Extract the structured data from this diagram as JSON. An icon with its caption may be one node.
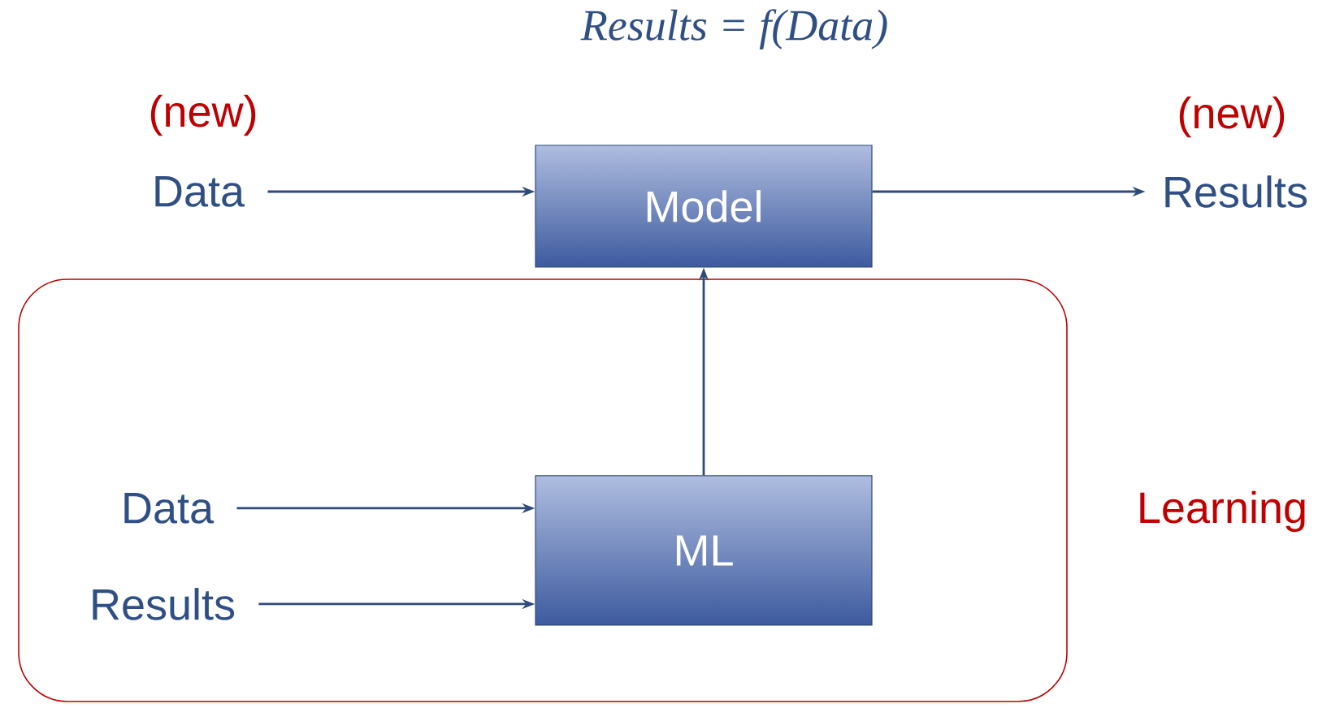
{
  "diagram": {
    "title": "Results = f(Data)",
    "nodes": [
      {
        "text": [
          "Data"
        ],
        "beside": [
          "(new)"
        ]
      },
      {
        "text": [
          "Model"
        ]
      },
      {
        "text": [
          "Results"
        ],
        "beside": [
          "(new)"
        ]
      },
      {
        "text": [
          "Learning"
        ]
      },
      {
        "text": [
          "Data"
        ],
        "in": 3
      },
      {
        "text": [
          "Results"
        ],
        "in": 3
      },
      {
        "text": [
          "ML"
        ],
        "in": 3
      }
    ],
    "edges": [
      {
        "from": 0,
        "to": 1,
        "arrow": "to"
      },
      {
        "from": 1,
        "to": 2,
        "arrow": "to"
      },
      {
        "from": 6,
        "to": 1,
        "arrow": "to"
      },
      {
        "from": 4,
        "to": 6,
        "arrow": "to"
      },
      {
        "from": 5,
        "to": 6,
        "arrow": "to"
      }
    ]
  }
}
